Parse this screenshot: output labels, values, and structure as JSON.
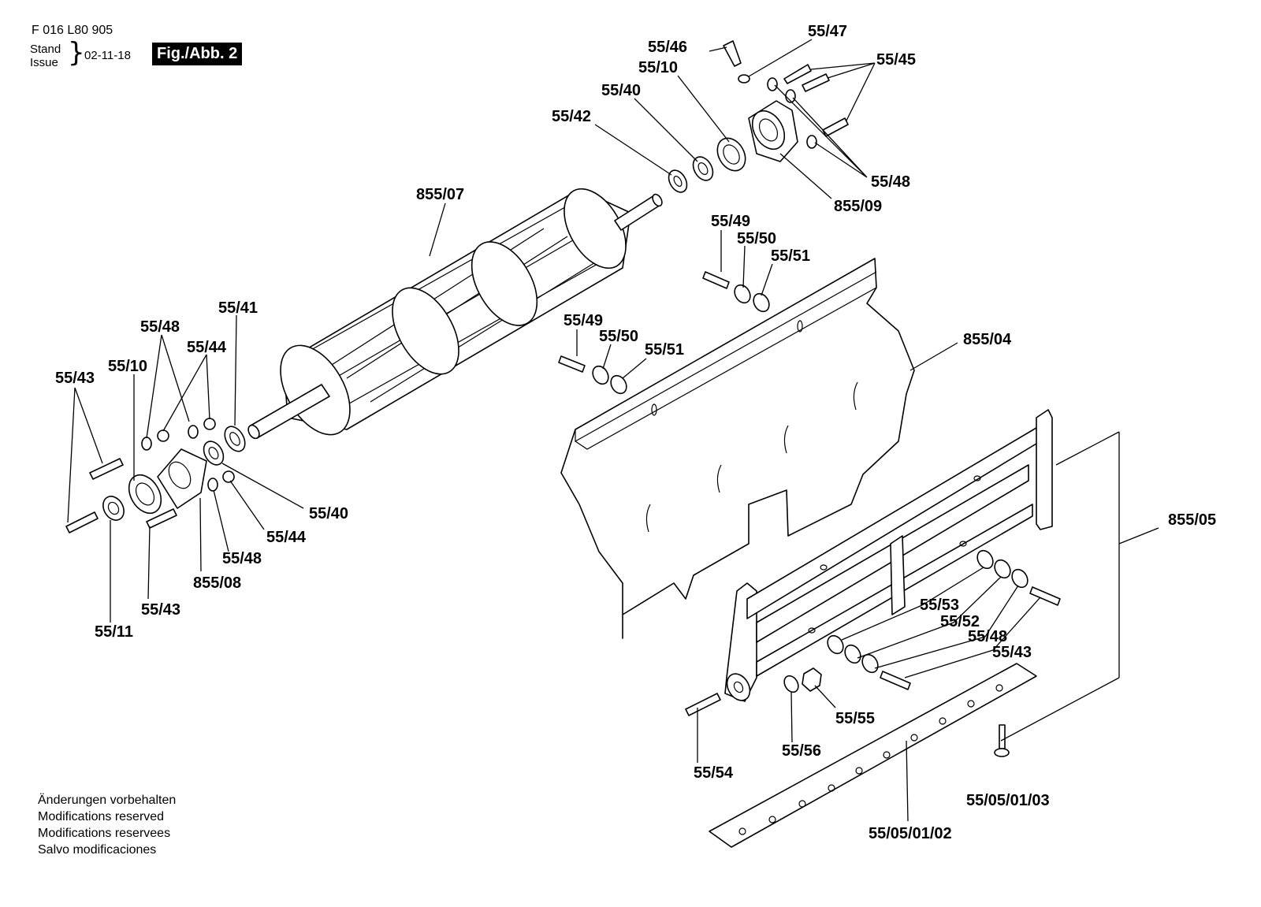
{
  "header": {
    "document_number": "F 016 L80 905",
    "stand_label": "Stand",
    "issue_label": "Issue",
    "issue_date": "02-11-18",
    "figure_label": "Fig./Abb. 2"
  },
  "footnote": {
    "lines": [
      "Änderungen vorbehalten",
      "Modifications reserved",
      "Modifications reservees",
      "Salvo modificaciones"
    ]
  },
  "callouts": [
    "55/46",
    "55/47",
    "55/10",
    "55/45",
    "55/40",
    "55/42",
    "55/48",
    "855/07",
    "855/09",
    "55/49",
    "55/50",
    "55/51",
    "55/41",
    "55/48",
    "55/44",
    "55/49",
    "55/50",
    "55/51",
    "855/04",
    "55/43",
    "55/10",
    "855/05",
    "55/40",
    "55/44",
    "55/48",
    "855/08",
    "55/43",
    "55/11",
    "55/53",
    "55/52",
    "55/48",
    "55/43",
    "55/55",
    "55/56",
    "55/54",
    "55/05/01/03",
    "55/05/01/02"
  ]
}
